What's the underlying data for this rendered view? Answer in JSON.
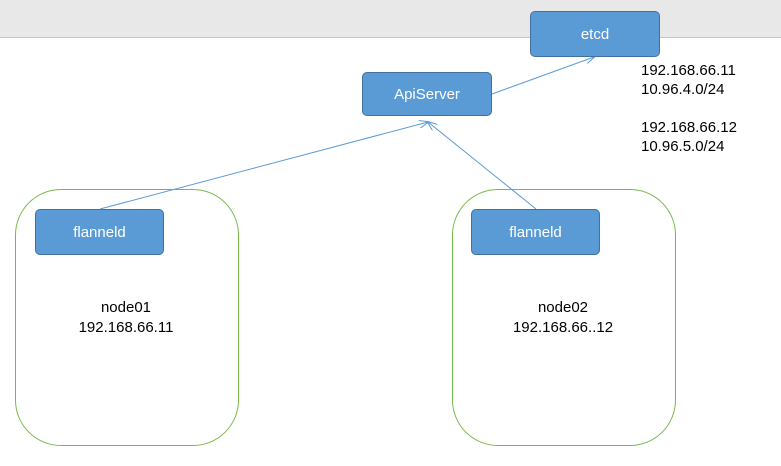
{
  "boxes": {
    "etcd": "etcd",
    "apiserver": "ApiServer",
    "flanneld_left": "flanneld",
    "flanneld_right": "flanneld"
  },
  "nodes": [
    {
      "name": "node01",
      "ip": "192.168.66.11"
    },
    {
      "name": "node02",
      "ip": "192.168.66..12"
    }
  ],
  "etcd_entries": [
    {
      "ip": "192.168.66.11",
      "subnet": "10.96.4.0/24"
    },
    {
      "ip": "192.168.66.12",
      "subnet": "10.96.5.0/24"
    }
  ],
  "colors": {
    "box_fill": "#5b9bd5",
    "box_border": "#41719c",
    "node_border": "#77b84a",
    "arrow": "#5b9bd5"
  }
}
